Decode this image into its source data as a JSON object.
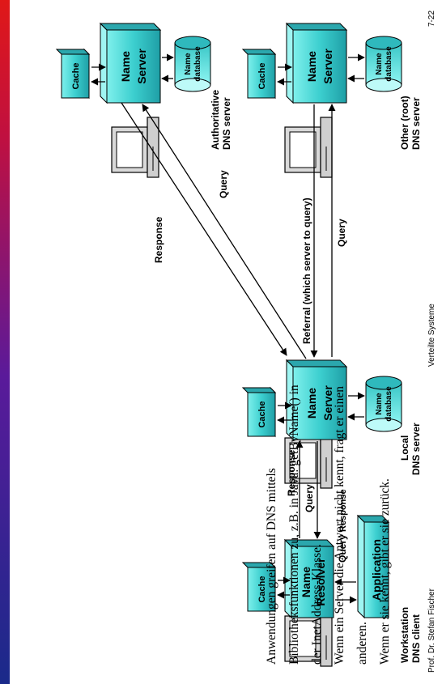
{
  "nodes": {
    "workstation": {
      "title_line1": "Workstation",
      "title_line2": "DNS client"
    },
    "application": "Application",
    "name_resolver": {
      "line1": "Name",
      "line2": "Resolver"
    },
    "cache": "Cache",
    "local": {
      "title_line1": "Local",
      "title_line2": "DNS server"
    },
    "root": {
      "title_line1": "Other (root)",
      "title_line2": "DNS server"
    },
    "authoritative": {
      "title_line1": "Authoritative",
      "title_line2": "DNS server"
    },
    "name_server": {
      "line1": "Name",
      "line2": "Server"
    },
    "name_database": {
      "line1": "Name",
      "line2": "database"
    }
  },
  "edges": {
    "query": "Query",
    "response": "Response",
    "referral": "Referral (which server to query)"
  },
  "body": {
    "line1": "Anwendungen greifen auf DNS mittels",
    "line2": "Bibliotheksfunktionen zu, z.B. in Java: getByName() in",
    "line3": "der InetAddress-Klasse.",
    "line4": "Wenn ein Server die Antwort nicht kennt, fragt er einen",
    "line5": "anderen.",
    "line6": "Wenn er sie kennt, gibt er sie zurück."
  },
  "footer": {
    "author": "Prof. Dr. Stefan Fischer",
    "course": "Verteilte Systeme",
    "page": "7-22"
  }
}
